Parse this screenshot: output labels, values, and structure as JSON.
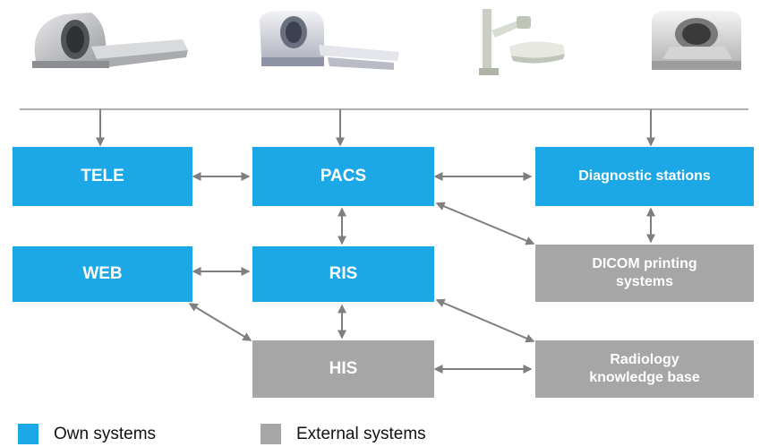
{
  "colors": {
    "own_systems": "#1ca8e6",
    "external_systems": "#a6a6a6",
    "connector": "#7f7f7f"
  },
  "devices": [
    {
      "name": "mri-scanner-image"
    },
    {
      "name": "ct-scanner-image"
    },
    {
      "name": "x-ray-unit-image"
    },
    {
      "name": "pet-scanner-image"
    }
  ],
  "nodes": {
    "tele": {
      "label": "TELE",
      "kind": "own"
    },
    "pacs": {
      "label": "PACS",
      "kind": "own"
    },
    "diagnostic": {
      "label": "Diagnostic stations",
      "kind": "own"
    },
    "web": {
      "label": "WEB",
      "kind": "own"
    },
    "ris": {
      "label": "RIS",
      "kind": "own"
    },
    "dicom": {
      "label_line1": "DICOM printing",
      "label_line2": "systems",
      "kind": "external"
    },
    "his": {
      "label": "HIS",
      "kind": "external"
    },
    "radiology": {
      "label_line1": "Radiology",
      "label_line2": "knowledge base",
      "kind": "external"
    }
  },
  "edges": [
    {
      "from": "modalities",
      "to": "tele",
      "direction": "one-way"
    },
    {
      "from": "modalities",
      "to": "pacs",
      "direction": "one-way"
    },
    {
      "from": "modalities",
      "to": "diagnostic",
      "direction": "one-way"
    },
    {
      "from": "tele",
      "to": "pacs",
      "direction": "two-way"
    },
    {
      "from": "pacs",
      "to": "diagnostic",
      "direction": "two-way"
    },
    {
      "from": "pacs",
      "to": "ris",
      "direction": "two-way"
    },
    {
      "from": "pacs",
      "to": "dicom",
      "direction": "two-way"
    },
    {
      "from": "diagnostic",
      "to": "dicom",
      "direction": "two-way"
    },
    {
      "from": "web",
      "to": "ris",
      "direction": "two-way"
    },
    {
      "from": "web",
      "to": "his",
      "direction": "two-way"
    },
    {
      "from": "ris",
      "to": "his",
      "direction": "two-way"
    },
    {
      "from": "ris",
      "to": "radiology",
      "direction": "two-way"
    },
    {
      "from": "his",
      "to": "radiology",
      "direction": "two-way"
    }
  ],
  "legend": {
    "own": "Own systems",
    "external": "External systems"
  }
}
